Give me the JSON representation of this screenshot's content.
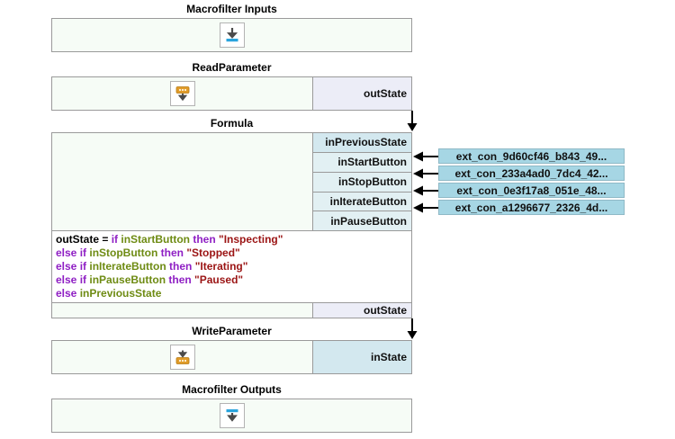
{
  "blocks": [
    {
      "id": "macrofilter-inputs",
      "title": "Macrofilter Inputs",
      "icon": "macrofilter-input-icon",
      "ports": []
    },
    {
      "id": "read-parameter",
      "title": "ReadParameter",
      "icon": "read-parameter-icon",
      "ports": [
        {
          "name": "outState",
          "kind": "out"
        }
      ]
    },
    {
      "id": "formula",
      "title": "Formula",
      "icon": "",
      "ports": [
        {
          "name": "inPreviousState",
          "kind": "in"
        },
        {
          "name": "inStartButton",
          "kind": "in"
        },
        {
          "name": "inStopButton",
          "kind": "in"
        },
        {
          "name": "inIterateButton",
          "kind": "in"
        },
        {
          "name": "inPauseButton",
          "kind": "in"
        }
      ],
      "out_port": {
        "name": "outState",
        "kind": "out"
      }
    },
    {
      "id": "write-parameter",
      "title": "WriteParameter",
      "icon": "write-parameter-icon",
      "ports": [
        {
          "name": "inState",
          "kind": "in"
        }
      ]
    },
    {
      "id": "macrofilter-outputs",
      "title": "Macrofilter Outputs",
      "icon": "macrofilter-output-icon",
      "ports": []
    }
  ],
  "formula_code": {
    "lines": [
      [
        {
          "t": "outState",
          "c": "tok-id"
        },
        {
          "t": " = ",
          "c": "tok-op"
        },
        {
          "t": "if ",
          "c": "tok-kw"
        },
        {
          "t": "inStartButton ",
          "c": "tok-var"
        },
        {
          "t": "then ",
          "c": "tok-kw"
        },
        {
          "t": "\"Inspecting\"",
          "c": "tok-str"
        }
      ],
      [
        {
          "t": "else if ",
          "c": "tok-kw"
        },
        {
          "t": "inStopButton ",
          "c": "tok-var"
        },
        {
          "t": "then ",
          "c": "tok-kw"
        },
        {
          "t": "\"Stopped\"",
          "c": "tok-str"
        }
      ],
      [
        {
          "t": "else if ",
          "c": "tok-kw"
        },
        {
          "t": "inIterateButton ",
          "c": "tok-var"
        },
        {
          "t": "then ",
          "c": "tok-kw"
        },
        {
          "t": "\"Iterating\"",
          "c": "tok-str"
        }
      ],
      [
        {
          "t": "else if ",
          "c": "tok-kw"
        },
        {
          "t": "inPauseButton ",
          "c": "tok-var"
        },
        {
          "t": "then ",
          "c": "tok-kw"
        },
        {
          "t": "\"Paused\"",
          "c": "tok-str"
        }
      ],
      [
        {
          "t": "else ",
          "c": "tok-kw"
        },
        {
          "t": "inPreviousState",
          "c": "tok-var"
        }
      ]
    ]
  },
  "external_connectors": [
    {
      "label": "ext_con_9d60cf46_b843_49...",
      "target_port": "inStartButton"
    },
    {
      "label": "ext_con_233a4ad0_7dc4_42...",
      "target_port": "inStopButton"
    },
    {
      "label": "ext_con_0e3f17a8_051e_48...",
      "target_port": "inIterateButton"
    },
    {
      "label": "ext_con_a1296677_2326_4d...",
      "target_port": "inPauseButton"
    }
  ],
  "connections": [
    {
      "from": "read-parameter.outState",
      "to": "formula.inPreviousState"
    },
    {
      "from": "formula.outState",
      "to": "write-parameter.inState"
    }
  ],
  "colors": {
    "block_body": "#f6fcf6",
    "port_out": "#ecedf7",
    "port_in": "#d3e8ef",
    "ext_chip": "#a6d6e4",
    "border": "#9a9a9a",
    "icon_blue": "#29a4dd",
    "icon_orange": "#e09b28",
    "icon_arrow": "#4a4a4a",
    "kw": "#8f1fc4",
    "var": "#6e8b13",
    "str": "#9b1414"
  }
}
